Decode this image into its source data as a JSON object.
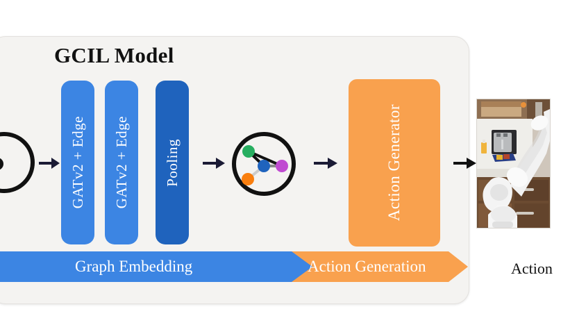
{
  "figure": {
    "title": "GCIL Model",
    "background_color": "#ffffff",
    "panel_color": "#f4f3f1"
  },
  "panel": {
    "title": "GCIL Model"
  },
  "blocks": [
    {
      "label": "GATv2 + Edge",
      "color": "#3c85e3",
      "name": "gat-block-1"
    },
    {
      "label": "GATv2 + Edge",
      "color": "#3c85e3",
      "name": "gat-block-2"
    },
    {
      "label": "Pooling",
      "color": "#1f63bd",
      "name": "pooling-block"
    },
    {
      "label": "Action Generator",
      "color": "#f9a14e",
      "name": "action-generator-block"
    }
  ],
  "stages": {
    "graph_embedding": {
      "label": "Graph Embedding",
      "color": "#3c85e3"
    },
    "action_generation": {
      "label": "Action Generation",
      "color": "#f9a14e"
    },
    "input_marker_color": "#3cc46a"
  },
  "graph": {
    "nodes": [
      {
        "name": "green-node",
        "color": "#27ae60"
      },
      {
        "name": "blue-node",
        "color": "#1f63bd"
      },
      {
        "name": "purple-node",
        "color": "#c04bd1"
      },
      {
        "name": "orange-node",
        "color": "#f97e0e"
      }
    ],
    "edges": [
      {
        "from": "green-node",
        "to": "blue-node",
        "color": "#111111"
      },
      {
        "from": "green-node",
        "to": "purple-node",
        "color": "#111111"
      },
      {
        "from": "blue-node",
        "to": "purple-node",
        "color": "#888888"
      },
      {
        "from": "blue-node",
        "to": "orange-node",
        "color": "#cccccc"
      }
    ],
    "circle_border_color": "#111111"
  },
  "output": {
    "label": "Action",
    "image_alt": "robot-arm-kitchen-scene"
  },
  "arrows": {
    "color": "#1b1b35",
    "count": 4
  }
}
